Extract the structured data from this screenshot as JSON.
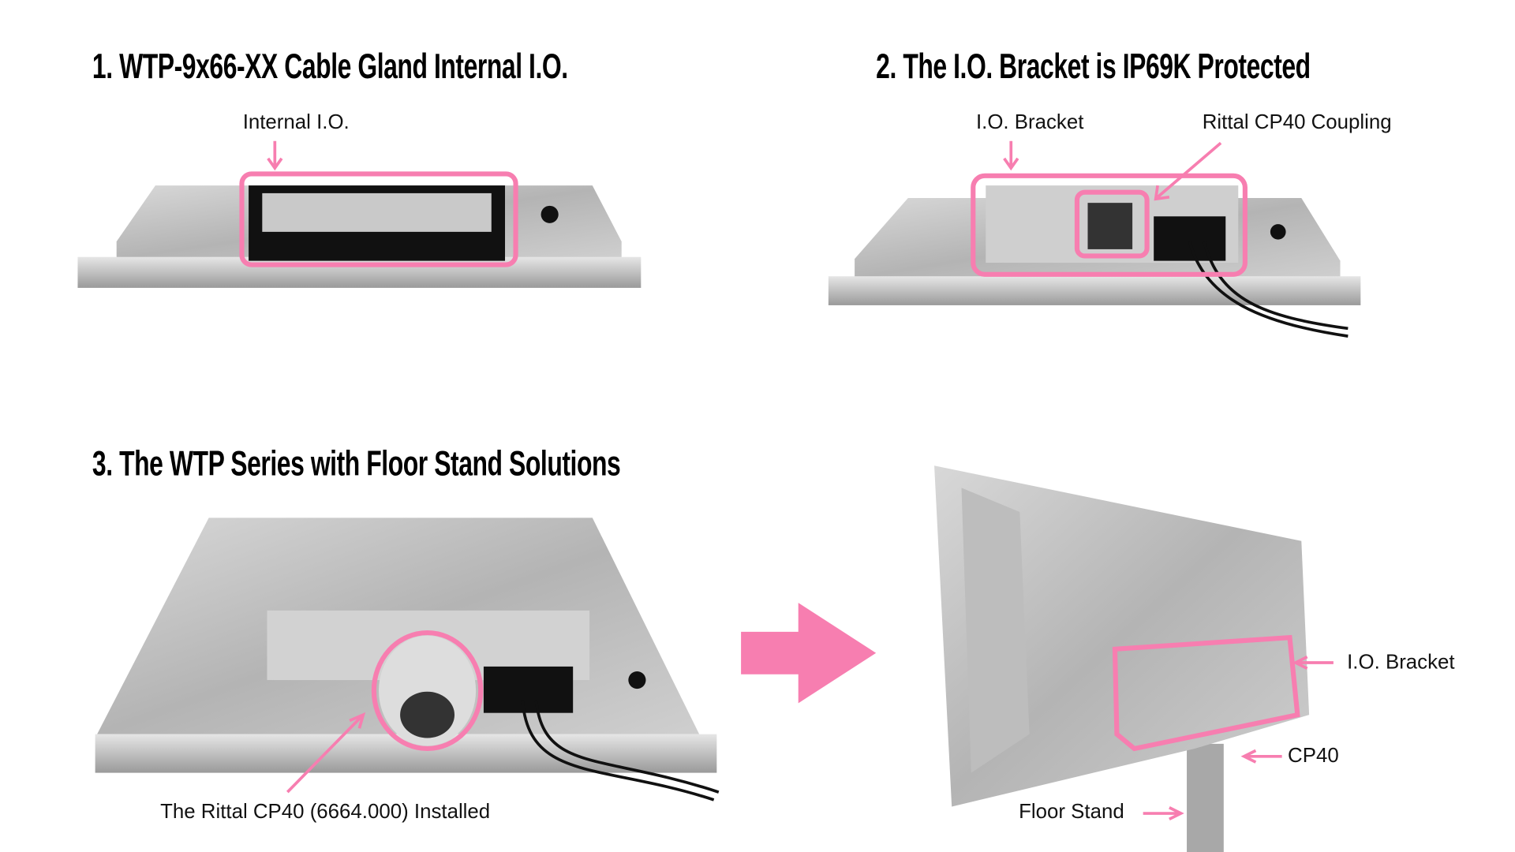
{
  "sections": [
    {
      "title": "1. WTP-9x66-XX Cable Gland Internal I.O.",
      "labels": [
        "Internal I.O."
      ]
    },
    {
      "title": "2. The I.O. Bracket is IP69K Protected",
      "labels": [
        "I.O. Bracket",
        "Rittal CP40 Coupling"
      ]
    },
    {
      "title": "3. The WTP Series with Floor Stand Solutions",
      "labels": [
        "The Rittal CP40 (6664.000) Installed",
        "I.O. Bracket",
        "CP40",
        "Floor Stand"
      ]
    }
  ],
  "colors": {
    "accent": "#f77eb0",
    "steel": "#b9b9b9"
  }
}
